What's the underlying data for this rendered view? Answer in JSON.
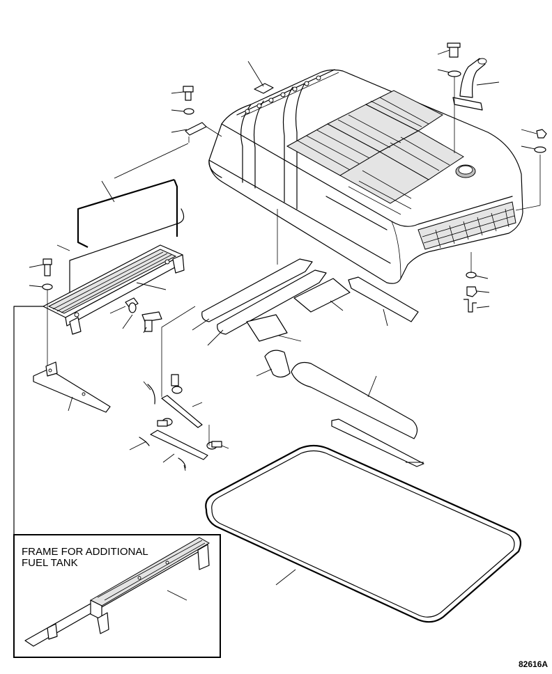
{
  "inset": {
    "caption_line1": "FRAME FOR ADDITIONAL",
    "caption_line2": "FUEL TANK"
  },
  "drawing_code": "82616A"
}
